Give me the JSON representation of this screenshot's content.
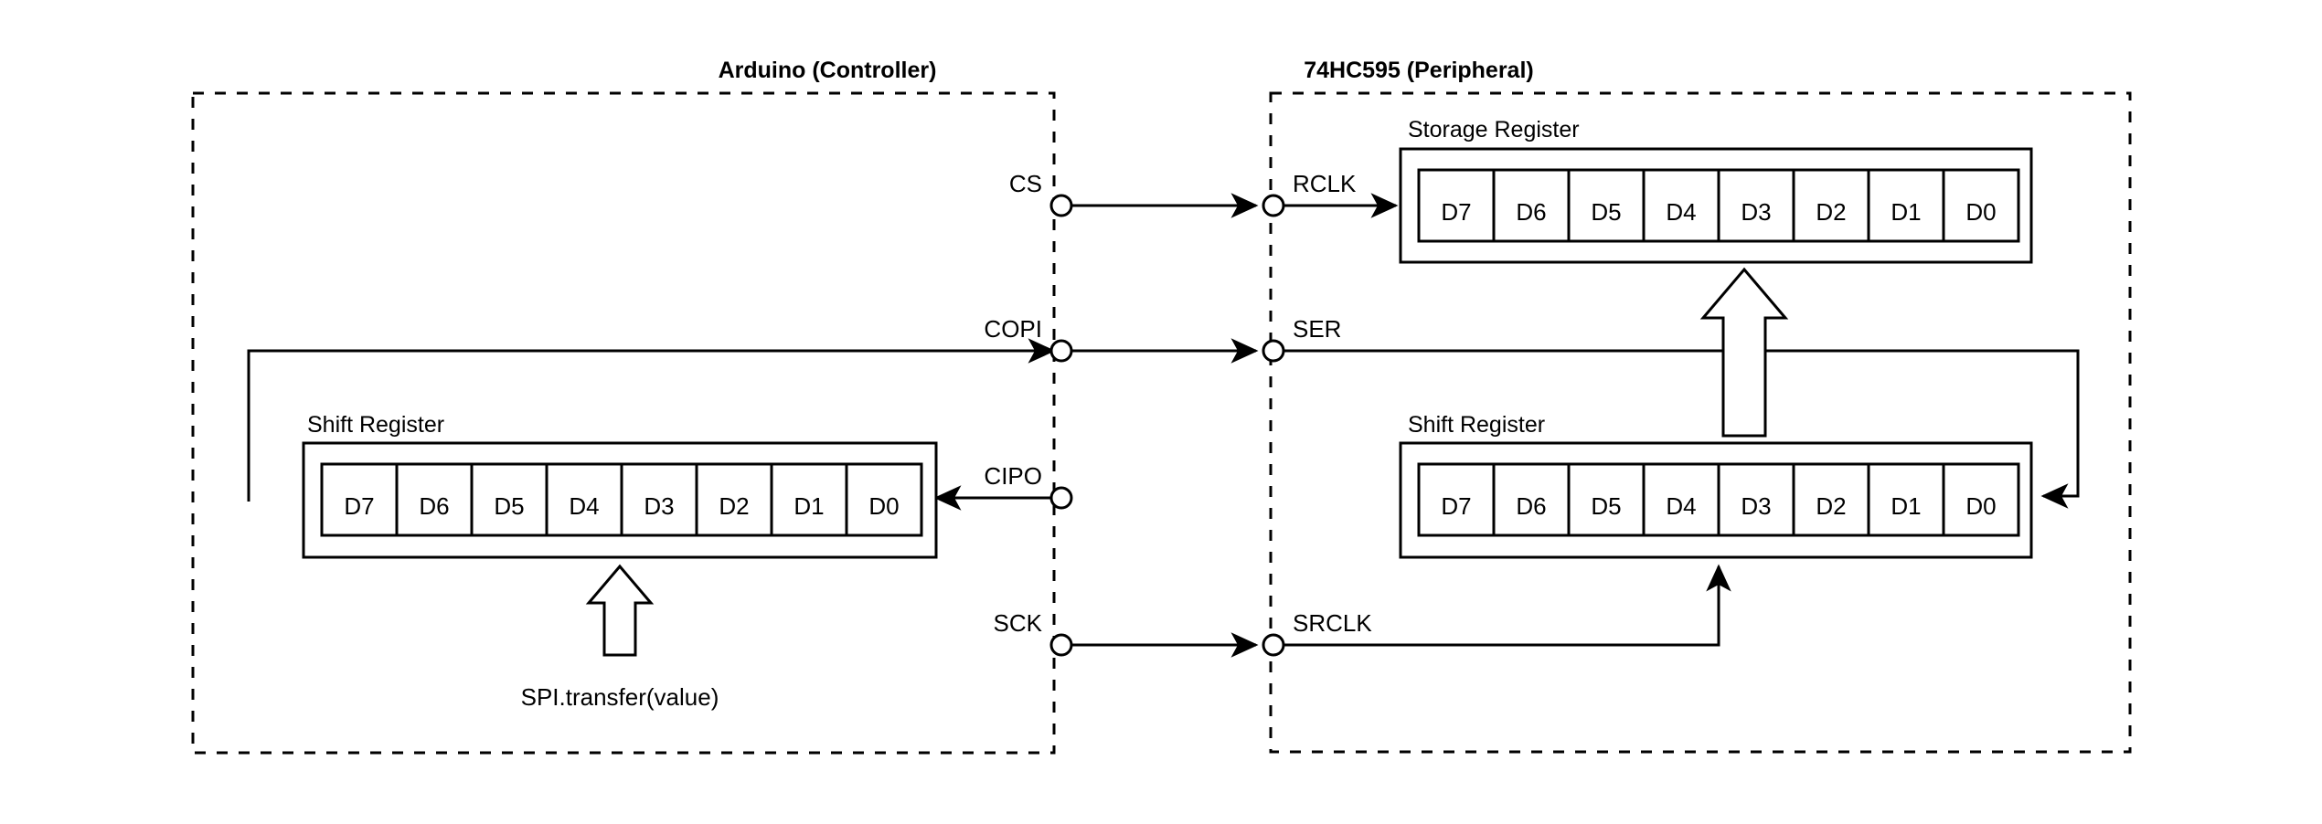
{
  "diagram": {
    "title_controller": "Arduino (Controller)",
    "title_peripheral": "74HC595 (Peripheral)",
    "controller": {
      "shift_register": {
        "caption": "Shift Register",
        "cells": [
          "D7",
          "D6",
          "D5",
          "D4",
          "D3",
          "D2",
          "D1",
          "D0"
        ]
      },
      "note": "SPI.transfer(value)",
      "pins": [
        {
          "name": "CS"
        },
        {
          "name": "COPI"
        },
        {
          "name": "CIPO"
        },
        {
          "name": "SCK"
        }
      ]
    },
    "peripheral": {
      "storage_register": {
        "caption": "Storage Register",
        "cells": [
          "D7",
          "D6",
          "D5",
          "D4",
          "D3",
          "D2",
          "D1",
          "D0"
        ]
      },
      "shift_register": {
        "caption": "Shift Register",
        "cells": [
          "D7",
          "D6",
          "D5",
          "D4",
          "D3",
          "D2",
          "D1",
          "D0"
        ]
      },
      "pins": [
        {
          "name": "RCLK"
        },
        {
          "name": "SER"
        },
        {
          "name": "SRCLK"
        }
      ]
    },
    "connections": [
      {
        "from": "CS",
        "to": "RCLK"
      },
      {
        "from": "COPI",
        "to": "SER"
      },
      {
        "from": "CIPO",
        "to": "Shift Register (Controller)"
      },
      {
        "from": "SCK",
        "to": "SRCLK"
      }
    ],
    "colors": {
      "stroke": "#000000",
      "background": "#ffffff",
      "fill": "#ffffff"
    }
  }
}
